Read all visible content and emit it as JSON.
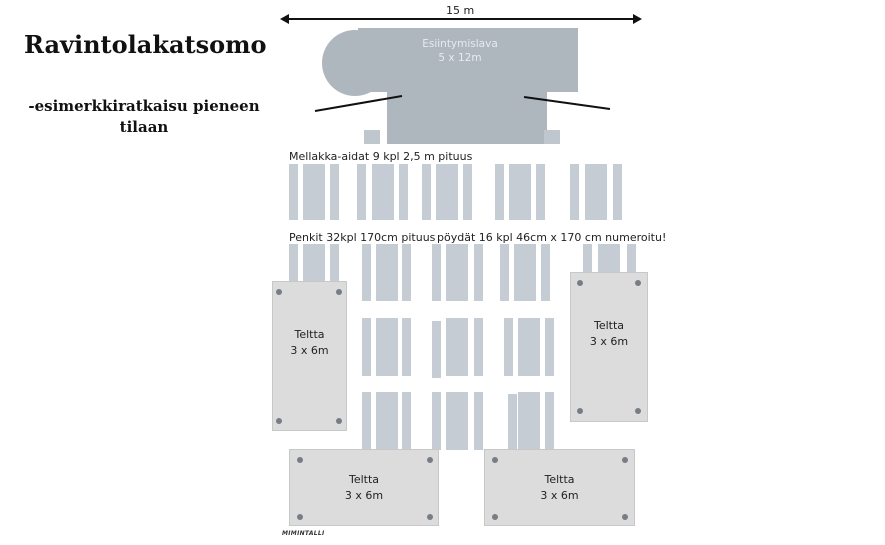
{
  "title": "Ravintolakatsomo",
  "subtitle": "-esimerkkiratkaisu pieneen tilaan",
  "dimension_label": "15 m",
  "stage": {
    "name": "Esiintymislava",
    "size": "5 x 12m"
  },
  "barriers_label": "Mellakka-aidat 9 kpl 2,5 m pituus",
  "benches_label": "Penkit 32kpl 170cm pituus",
  "tables_label": "pöydät 16 kpl  46cm x 170 cm numeroitu!",
  "tents": [
    {
      "name": "Teltta",
      "size": "3 x 6m"
    },
    {
      "name": "Teltta",
      "size": "3 x 6m"
    },
    {
      "name": "Teltta",
      "size": "3 x 6m"
    },
    {
      "name": "Teltta",
      "size": "3 x 6m"
    }
  ],
  "watermark": "MIMINTALLI",
  "colors": {
    "stage": "#aeb6be",
    "bench": "#c5ccd3",
    "tent": "#dcdcdc",
    "bolt": "#777d84"
  }
}
